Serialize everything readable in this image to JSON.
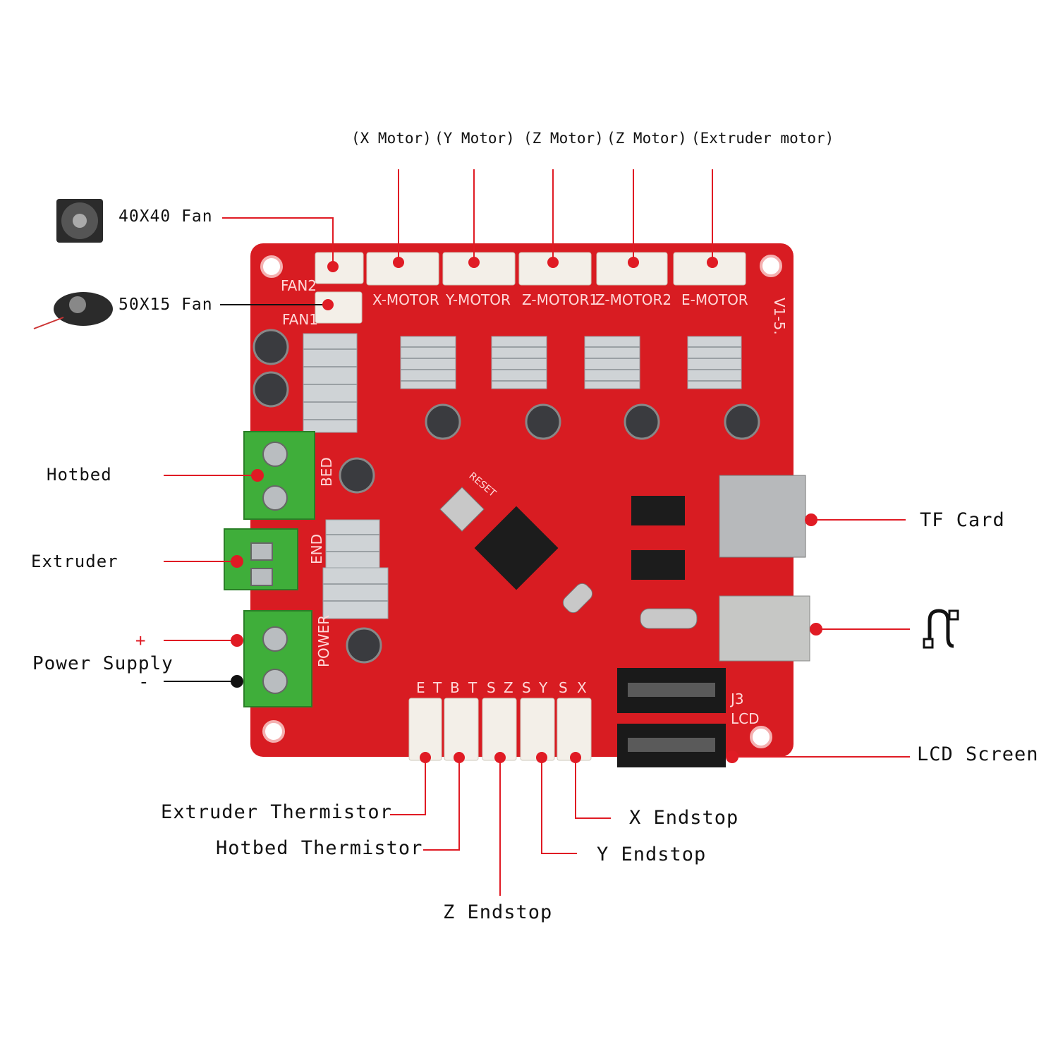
{
  "title_row": {
    "x_motor": "(X Motor)",
    "y_motor": "(Y Motor)",
    "z_motor_1": "(Z Motor)",
    "z_motor_2": "(Z Motor)",
    "extruder_motor": "(Extruder motor)"
  },
  "left_labels": {
    "fan_40": "40X40 Fan",
    "fan_50": "50X15 Fan",
    "hotbed": "Hotbed",
    "extruder": "Extruder",
    "power_supply": "Power Supply",
    "plus": "+",
    "minus": "-"
  },
  "right_labels": {
    "tf_card": "TF Card",
    "lcd_screen": "LCD Screen",
    "usb_icon": "usb-cable-icon"
  },
  "bottom_labels": {
    "extruder_thermistor": "Extruder Thermistor",
    "hotbed_thermistor": "Hotbed Thermistor",
    "z_endstop": "Z Endstop",
    "y_endstop": "Y Endstop",
    "x_endstop": "X Endstop"
  },
  "silkscreen": {
    "fan2": "FAN2",
    "fan1": "FAN1",
    "x_motor": "X-MOTOR",
    "y_motor": "Y-MOTOR",
    "z_motor1": "Z-MOTOR1",
    "z_motor2": "Z-MOTOR2",
    "e_motor": "E-MOTOR",
    "version": "V1-5.",
    "bed": "BED",
    "end": "END",
    "power": "POWER",
    "reset": "RESET",
    "j3": "J3",
    "lcd": "LCD",
    "bottom_pins": [
      "E",
      "T",
      "B",
      "T",
      "S",
      "Z",
      "S",
      "Y",
      "S",
      "X"
    ]
  },
  "colors": {
    "board": "#d81c22",
    "leader_line": "#e01b24",
    "terminal": "#3fae3a",
    "heatsink": "#cfd3d6"
  }
}
